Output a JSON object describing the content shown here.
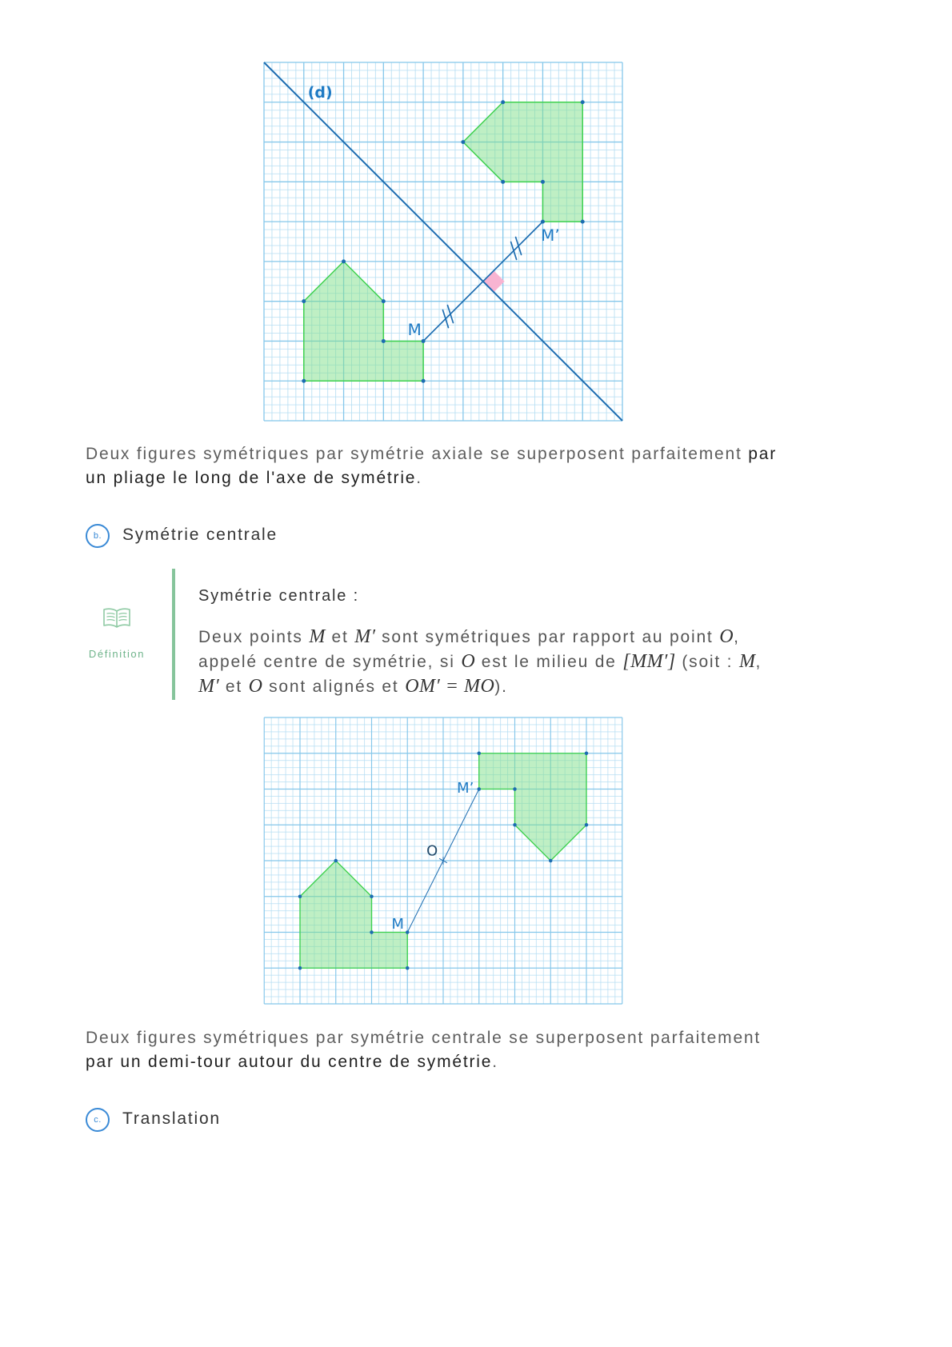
{
  "figure_axial": {
    "axis_label": "(d)",
    "point_m": "M",
    "point_m_prime": "M’"
  },
  "axial_note": {
    "line1": "Deux figures symétriques par symétrie axiale se superposent parfaitement",
    "line1_emphasis": "par",
    "line2_emphasis": "un pliage le long de l'axe de symétrie",
    "line2_end": "."
  },
  "section_b": {
    "marker": "b.",
    "title": "Symétrie centrale"
  },
  "definition": {
    "icon": "open-book-icon",
    "side_label": "Définition",
    "title": "Symétrie centrale :",
    "lines": [
      [
        "Deux points ",
        "M",
        " et ",
        "M′",
        " sont symétriques par rapport au point ",
        "O",
        ","
      ],
      [
        "appelé centre de symétrie, si ",
        "O",
        " est le milieu de ",
        "[MM′]",
        " (soit : ",
        "M",
        ","
      ],
      [
        "M′",
        " et ",
        "O",
        " sont alignés et ",
        "OM′ = MO",
        ")."
      ]
    ]
  },
  "figure_central": {
    "point_m": "M",
    "point_m_prime": "M’",
    "center_label": "O"
  },
  "central_note": {
    "line1": "Deux figures symétriques par symétrie centrale se superposent parfaitement",
    "line2_emphasis": "par un demi-tour autour du centre de symétrie",
    "line2_end": "."
  },
  "section_c": {
    "marker": "c.",
    "title": "Translation"
  },
  "colors": {
    "accent_blue": "#3a8ad6",
    "definition_green": "#86c49b",
    "definition_text": "#6fb48b",
    "shape_fill": "#7fe08a",
    "shape_stroke": "#3fd14f",
    "line_blue": "#1c6cb0",
    "label_blue": "#1e7ac4",
    "right_angle_pink": "#f8b4d2",
    "grid_minor": "#b6def3",
    "grid_major": "#85c7ea"
  }
}
